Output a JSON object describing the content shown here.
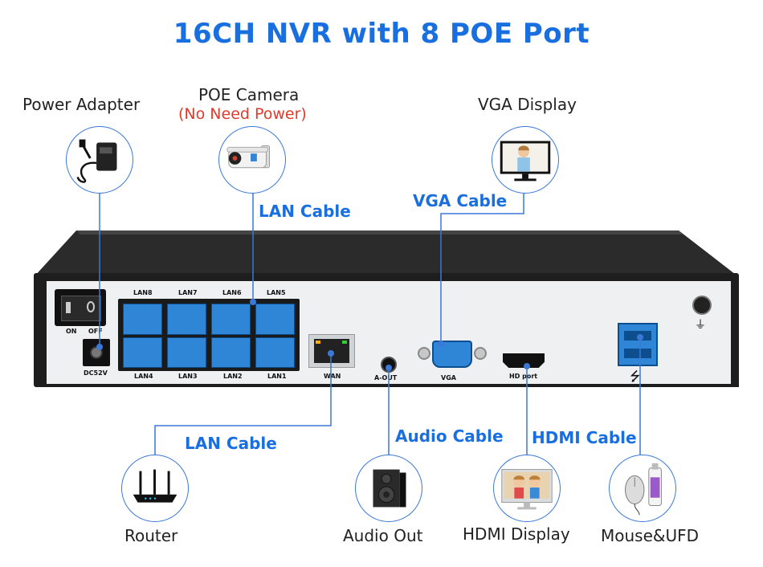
{
  "title": "16CH NVR with 8 POE Port",
  "devices": {
    "power_adapter": "Power Adapter",
    "poe_camera": "POE Camera",
    "poe_camera_note": "(No Need Power)",
    "vga_display": "VGA Display",
    "router": "Router",
    "audio_out": "Audio Out",
    "hdmi_display": "HDMI Display",
    "mouse_ufd": "Mouse&UFD"
  },
  "cables": {
    "lan_top": "LAN Cable",
    "vga": "VGA Cable",
    "lan_bottom": "LAN Cable",
    "audio": "Audio Cable",
    "hdmi": "HDMI Cable"
  },
  "ports": {
    "on": "ON",
    "off": "OFF",
    "dc": "DC52V",
    "lan_top": [
      "LAN8",
      "LAN7",
      "LAN6",
      "LAN5"
    ],
    "lan_bottom": [
      "LAN4",
      "LAN3",
      "LAN2",
      "LAN1"
    ],
    "wan": "WAN",
    "aout": "A-OUT",
    "vga": "VGA",
    "hdport": "HD port"
  },
  "colors": {
    "accent": "#1a6fe0",
    "note": "#e03a2a",
    "port_blue": "#2f86d6"
  }
}
